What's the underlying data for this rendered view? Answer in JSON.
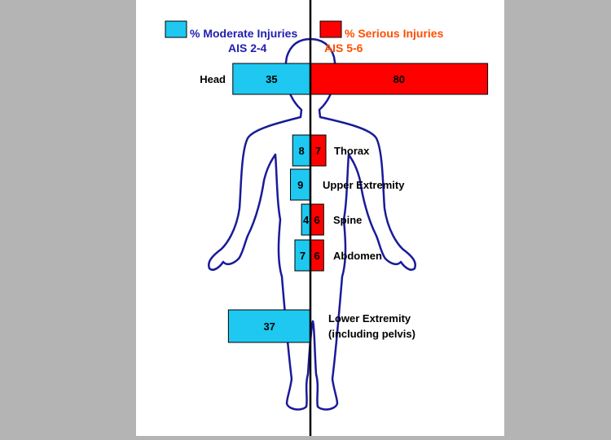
{
  "legend": {
    "moderate": {
      "label": "% Moderate Injuries",
      "sub": "AIS 2-4"
    },
    "serious": {
      "label": "% Serious Injuries",
      "sub": "AIS 5-6"
    }
  },
  "colors": {
    "moderate_fill": "#1ec8f0",
    "serious_fill": "#ff0000",
    "moderate_text": "#1f1fb0",
    "serious_text": "#ff4d00",
    "outline": "#1a1a9a",
    "panel": "#ffffff",
    "background": "#b4b4b4"
  },
  "chart_data": {
    "type": "bar",
    "orientation": "horizontal-diverging",
    "series": [
      {
        "name": "% Moderate Injuries AIS 2-4",
        "values": [
          35,
          8,
          9,
          4,
          7,
          37
        ]
      },
      {
        "name": "% Serious Injuries AIS 5-6",
        "values": [
          80,
          7,
          null,
          6,
          6,
          null
        ]
      }
    ],
    "rows": [
      {
        "label": "Head",
        "label2": "",
        "moderate": 35,
        "serious": 80
      },
      {
        "label": "Thorax",
        "label2": "",
        "moderate": 8,
        "serious": 7
      },
      {
        "label": "Upper Extremity",
        "label2": "",
        "moderate": 9,
        "serious": null
      },
      {
        "label": "Spine",
        "label2": "",
        "moderate": 4,
        "serious": 6
      },
      {
        "label": "Abdomen",
        "label2": "",
        "moderate": 7,
        "serious": 6
      },
      {
        "label": "Lower Extremity",
        "label2": "(including pelvis)",
        "moderate": 37,
        "serious": null
      }
    ]
  }
}
